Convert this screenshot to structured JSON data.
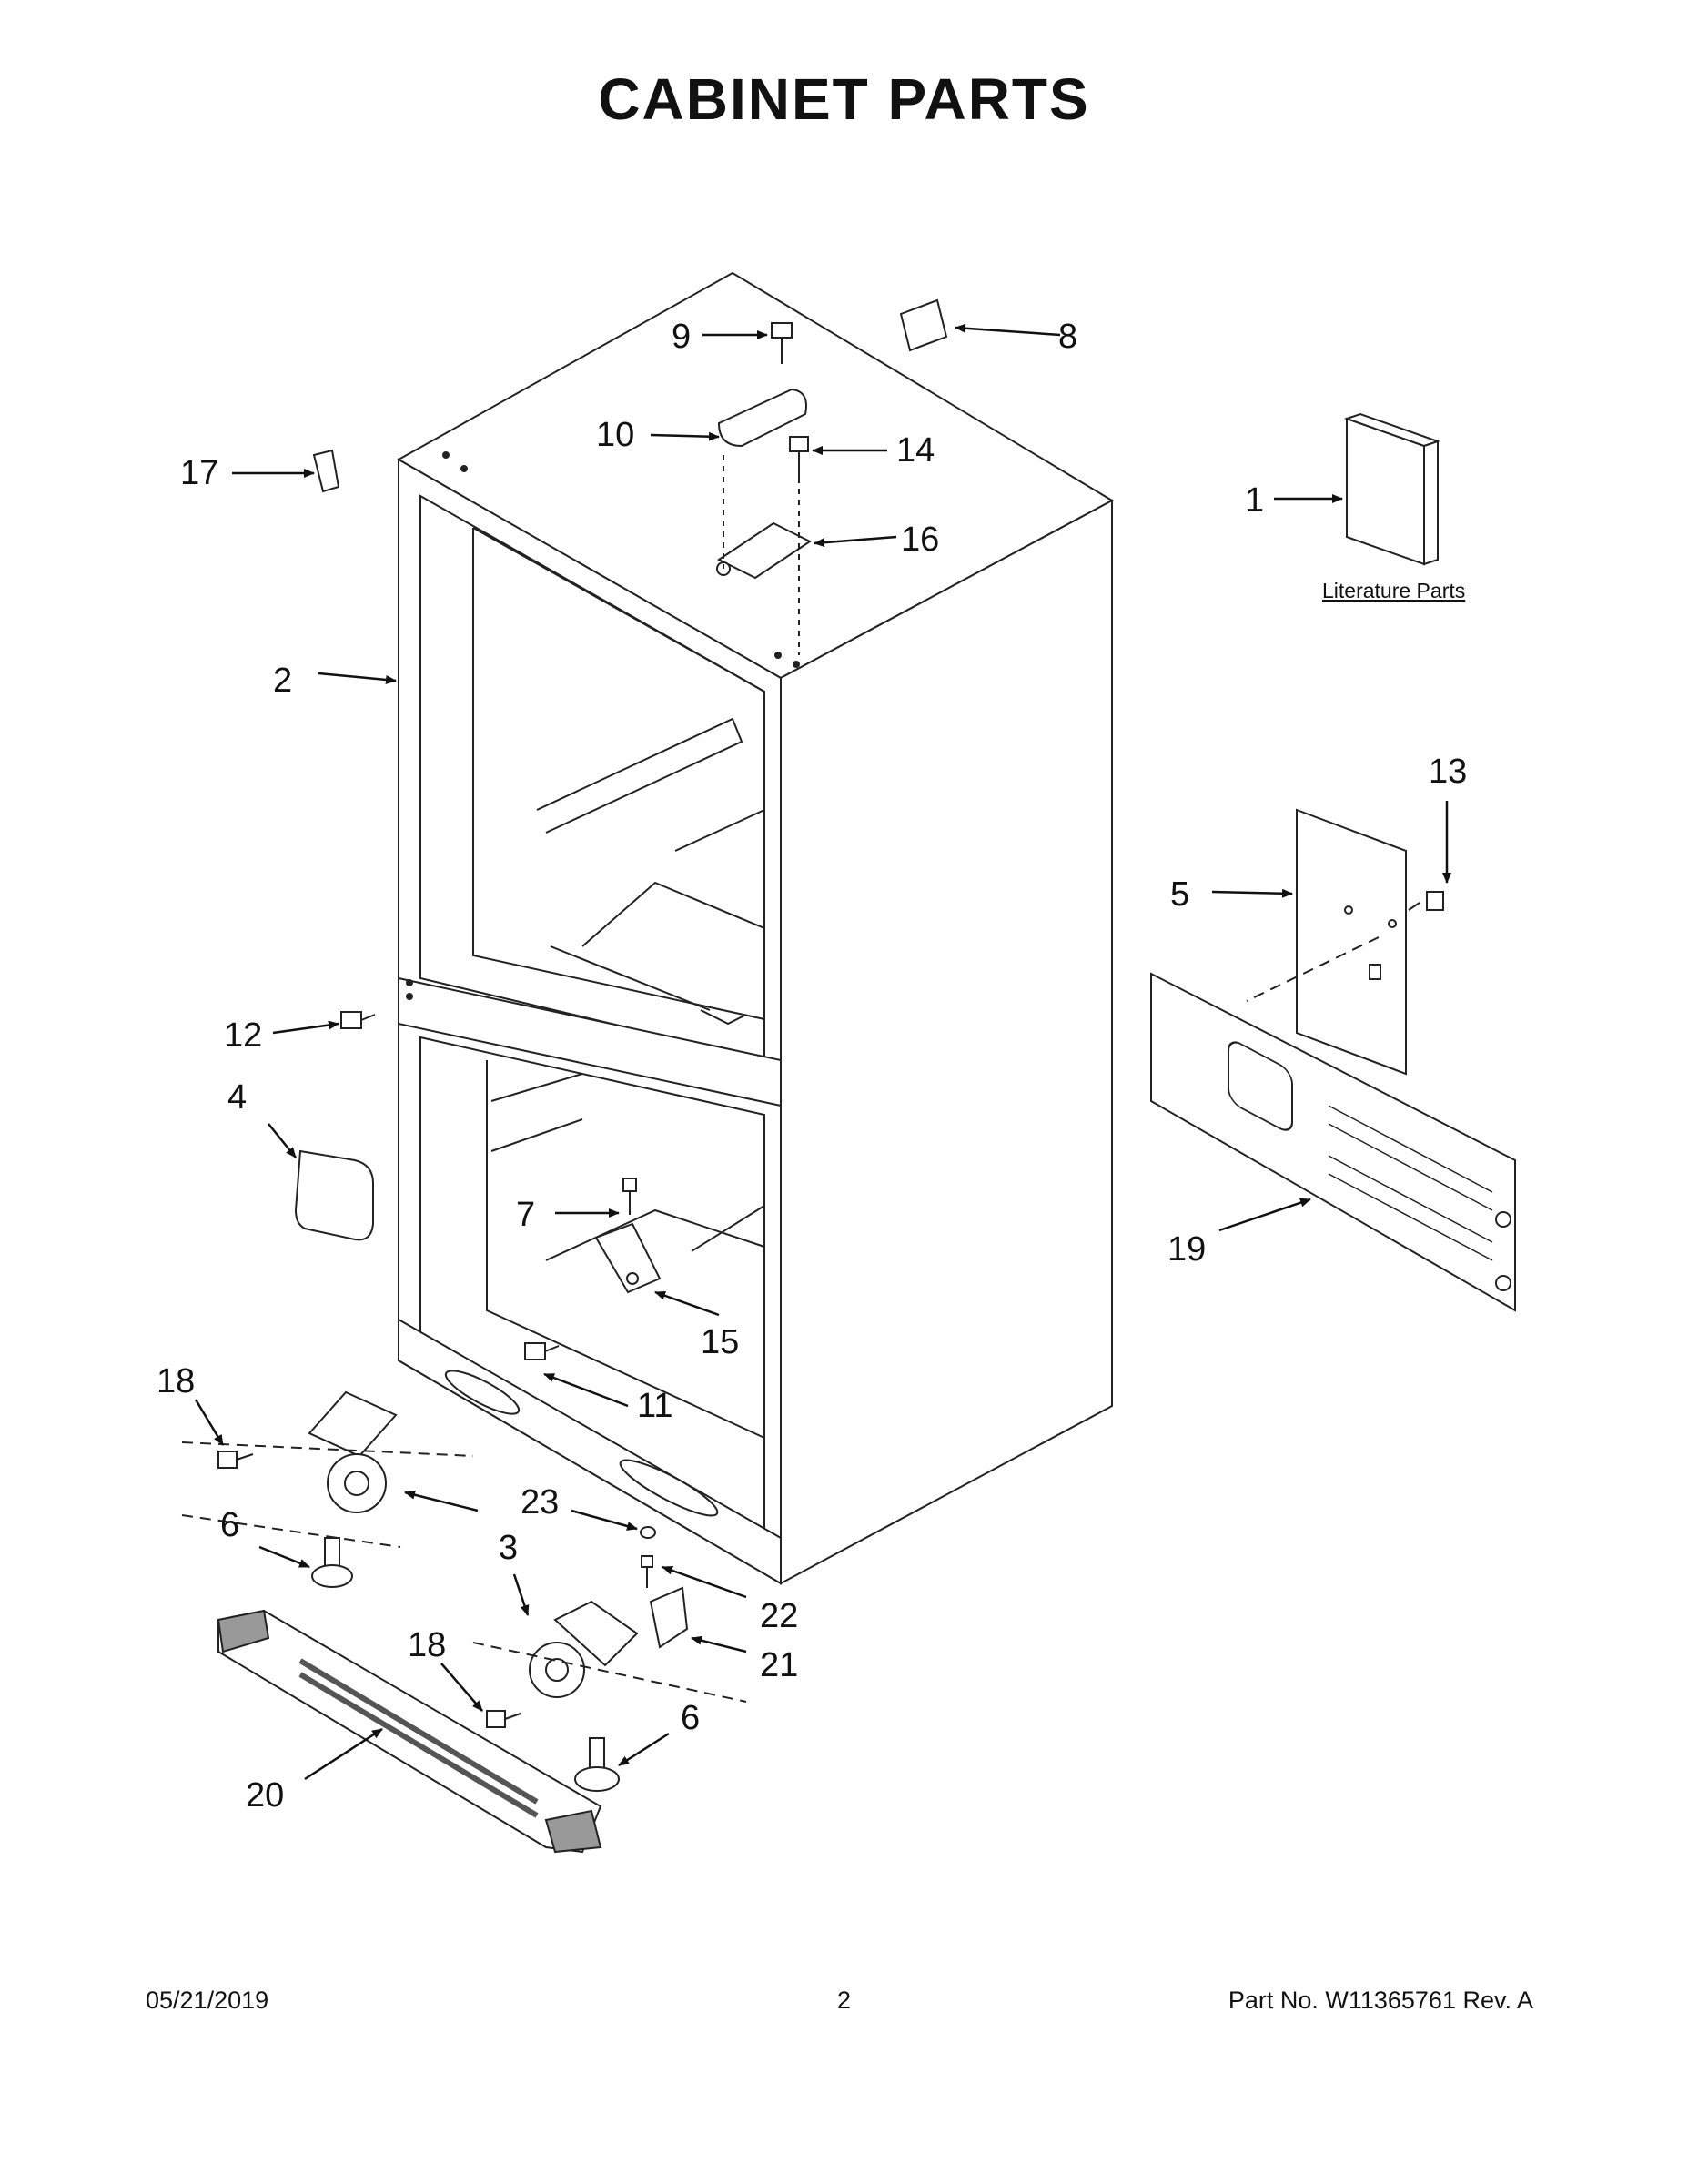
{
  "title": "CABINET PARTS",
  "literature_label": "Literature Parts",
  "callouts": {
    "c1": "1",
    "c2": "2",
    "c3": "3",
    "c4": "4",
    "c5": "5",
    "c6a": "6",
    "c6b": "6",
    "c7": "7",
    "c8": "8",
    "c9": "9",
    "c10": "10",
    "c11": "11",
    "c12": "12",
    "c13": "13",
    "c14": "14",
    "c15": "15",
    "c16": "16",
    "c17": "17",
    "c18a": "18",
    "c18b": "18",
    "c19": "19",
    "c20": "20",
    "c21": "21",
    "c22": "22",
    "c23": "23"
  },
  "footer": {
    "date": "05/21/2019",
    "page": "2",
    "part_no": "Part No.  W11365761  Rev.  A"
  }
}
